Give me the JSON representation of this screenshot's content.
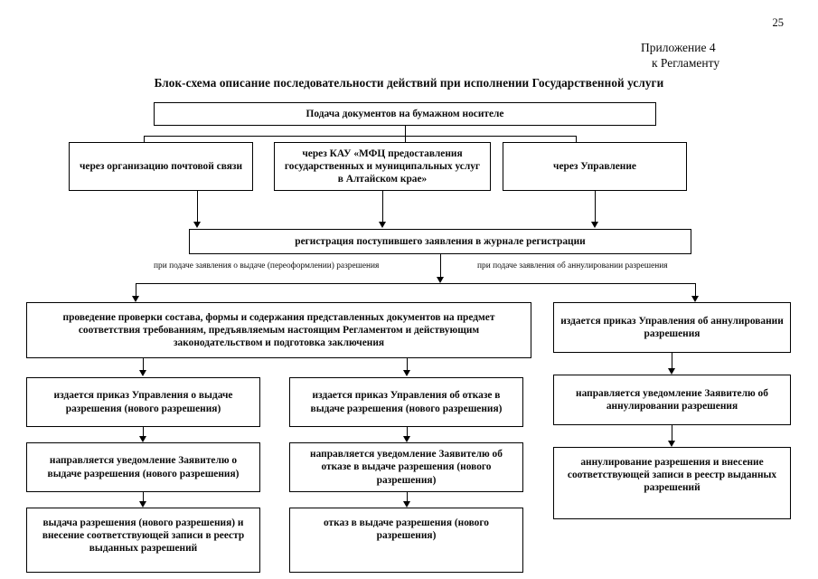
{
  "document": {
    "page_number": "25",
    "appendix_line1": "Приложение 4",
    "appendix_line2": "к Регламенту",
    "title": "Блок-схема описание последовательности действий при исполнении Государственной услуги"
  },
  "flow": {
    "start": "Подача документов на бумажном носителе",
    "channels": [
      "через организацию почтовой связи",
      "через КАУ «МФЦ предоставления государственных и муниципальных услуг в Алтайском крае»",
      "через Управление"
    ],
    "registration": "регистрация поступившего заявления в журнале регистрации",
    "branch_labels": {
      "left": "при подаче заявления о выдаче (переоформлении) разрешения",
      "right": "при подаче заявления об аннулировании разрешения"
    },
    "left_branch": {
      "check": "проведение проверки состава, формы и содержания представленных документов на предмет соответствия требованиям, предъявляемым настоящим Регламентом и действующим законодательством и подготовка заключения",
      "positive": [
        "издается приказ Управления о выдаче разрешения (нового разрешения)",
        "направляется уведомление Заявителю о выдаче разрешения (нового разрешения)",
        "выдача разрешения (нового разрешения) и внесение соответствующей записи в реестр выданных разрешений"
      ],
      "negative": [
        "издается приказ Управления об отказе в выдаче разрешения (нового разрешения)",
        "направляется уведомление Заявителю об отказе в выдаче разрешения (нового разрешения)",
        "отказ в выдаче разрешения (нового разрешения)"
      ]
    },
    "right_branch": [
      "издается приказ Управления об аннулировании разрешения",
      "направляется уведомление Заявителю об аннулировании разрешения",
      "аннулирование разрешения и внесение соответствующей записи в реестр выданных разрешений"
    ]
  },
  "colors": {
    "ink": "#0a0a0a",
    "border": "#000000",
    "background": "#ffffff"
  }
}
